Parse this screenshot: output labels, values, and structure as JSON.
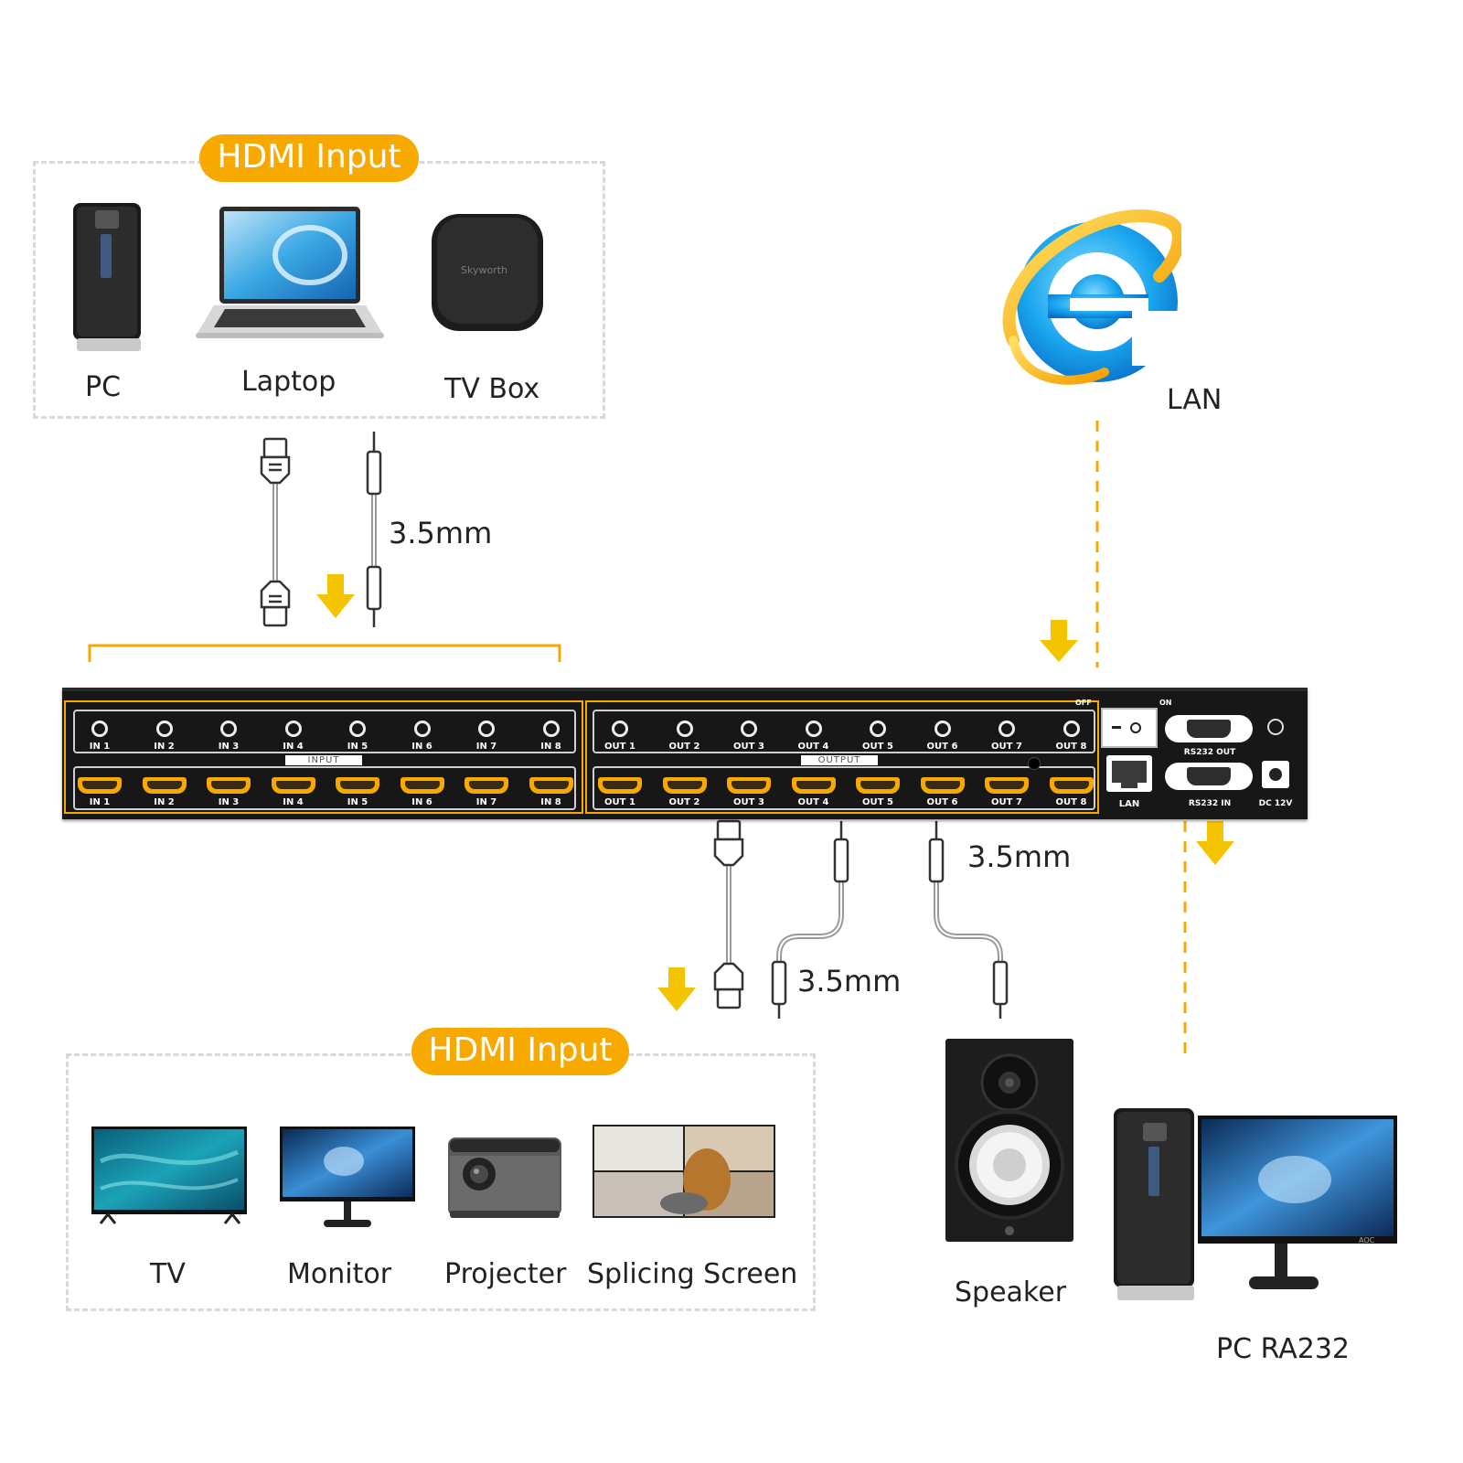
{
  "top_group": {
    "badge": "HDMI Input",
    "devices": [
      {
        "label": "PC",
        "icon": "pc-tower-icon"
      },
      {
        "label": "Laptop",
        "icon": "laptop-icon"
      },
      {
        "label": "TV Box",
        "icon": "tv-box-icon"
      }
    ],
    "tv_box_brand": "Skyworth"
  },
  "lan": {
    "label": "LAN",
    "icon": "internet-explorer-icon"
  },
  "cables": {
    "top_audio": "3.5mm",
    "out_audio_a": "3.5mm",
    "out_audio_b": "3.5mm"
  },
  "panel": {
    "input_tag": "INPUT",
    "output_tag": "OUTPUT",
    "inputs": [
      "IN 1",
      "IN 2",
      "IN 3",
      "IN 4",
      "IN 5",
      "IN 6",
      "IN 7",
      "IN 8"
    ],
    "outputs": [
      "OUT 1",
      "OUT 2",
      "OUT 3",
      "OUT 4",
      "OUT 5",
      "OUT 6",
      "OUT 7",
      "OUT 8"
    ],
    "switch_off": "OFF",
    "switch_on": "ON",
    "lan_port": "LAN",
    "rs232_out": "RS232 OUT",
    "rs232_in": "RS232 IN",
    "dc": "DC 12V"
  },
  "bottom_group": {
    "badge": "HDMI Input",
    "devices": [
      {
        "label": "TV",
        "icon": "tv-icon"
      },
      {
        "label": "Monitor",
        "icon": "monitor-icon"
      },
      {
        "label": "Projecter",
        "icon": "projector-icon"
      },
      {
        "label": "Splicing Screen",
        "icon": "video-wall-icon"
      }
    ]
  },
  "speaker": {
    "label": "Speaker",
    "icon": "speaker-icon"
  },
  "pc_rs232": {
    "label": "PC RA232",
    "icon": "desktop-pc-icon",
    "monitor_brand": "AOC"
  },
  "colors": {
    "accent": "#f8a900",
    "arrow": "#f5c400",
    "panel": "#171717"
  }
}
